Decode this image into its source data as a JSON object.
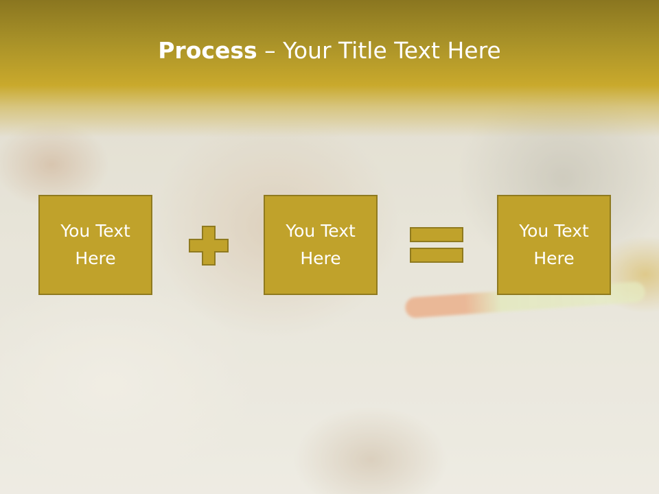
{
  "slide": {
    "title_bold": "Process",
    "title_rest": " – Your Title Text Here",
    "boxes": [
      {
        "text": "You Text Here"
      },
      {
        "text": "You Text Here"
      },
      {
        "text": "You Text Here"
      }
    ],
    "operators": [
      "plus-icon",
      "equals-icon"
    ]
  },
  "colors": {
    "header": "#a89128",
    "box_fill": "#c0a22b",
    "box_border": "#8f7a1f",
    "text": "#ffffff"
  }
}
